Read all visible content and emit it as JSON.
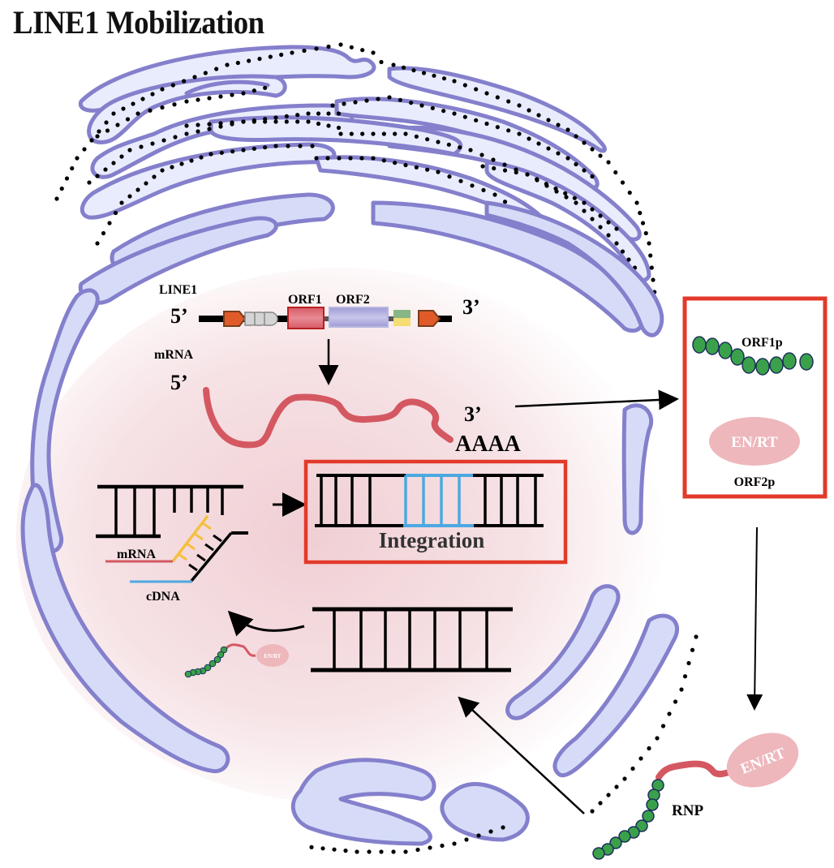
{
  "title": "LINE1 Mobilization",
  "gene": {
    "label": "LINE1",
    "five_prime": "5’",
    "three_prime": "3’",
    "orf1": "ORF1",
    "orf2": "ORF2"
  },
  "mrna": {
    "label": "mRNA",
    "five_prime": "5’",
    "three_prime": "3’",
    "polyA": "AAAA"
  },
  "proteins_box": {
    "orf1p_label": "ORF1p",
    "enrt_label": "EN/RT",
    "orf2p_label": "ORF2p"
  },
  "integration": {
    "label": "Integration"
  },
  "rt_labels": {
    "mrna": "mRNA",
    "cdna": "cDNA"
  },
  "small_rnp": {
    "enrt_label": "EN/RT"
  },
  "rnp": {
    "label": "RNP",
    "enrt_label": "EN/RT"
  },
  "colors": {
    "membrane": "#8480cc",
    "membrane_fill": "#d6dcf8",
    "mrna": "#d45862",
    "highlight_box": "#e23a2a",
    "cdna": "#4da8e0",
    "protein_green": "#3aa14a",
    "enrt": "#eeb7bc",
    "pairing_yellow": "#f4c040"
  }
}
